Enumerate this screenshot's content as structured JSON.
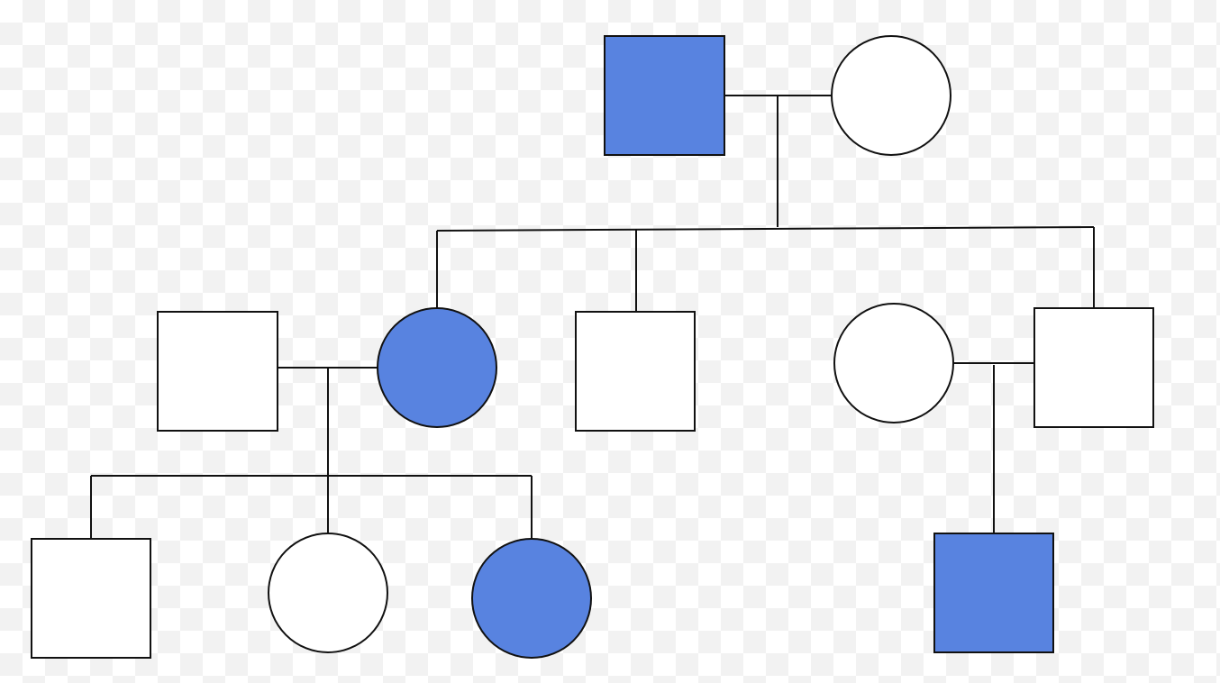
{
  "colors": {
    "affected": "#5883e0",
    "unaffected": "#ffffff",
    "stroke": "#111111"
  },
  "diagram": {
    "type": "pedigree",
    "individuals": [
      {
        "id": "g1-father",
        "generation": 1,
        "sex": "male",
        "affected": true
      },
      {
        "id": "g1-mother",
        "generation": 1,
        "sex": "female",
        "affected": false
      },
      {
        "id": "g2-spouse-left",
        "generation": 2,
        "sex": "male",
        "affected": false
      },
      {
        "id": "g2-daughter",
        "generation": 2,
        "sex": "female",
        "affected": true
      },
      {
        "id": "g2-son-middle",
        "generation": 2,
        "sex": "male",
        "affected": false
      },
      {
        "id": "g2-spouse-right",
        "generation": 2,
        "sex": "female",
        "affected": false
      },
      {
        "id": "g2-son-right",
        "generation": 2,
        "sex": "male",
        "affected": false
      },
      {
        "id": "g3-son-left",
        "generation": 3,
        "sex": "male",
        "affected": false
      },
      {
        "id": "g3-daughter-1",
        "generation": 3,
        "sex": "female",
        "affected": false
      },
      {
        "id": "g3-daughter-2",
        "generation": 3,
        "sex": "female",
        "affected": true
      },
      {
        "id": "g3-son-right",
        "generation": 3,
        "sex": "male",
        "affected": true
      }
    ]
  }
}
